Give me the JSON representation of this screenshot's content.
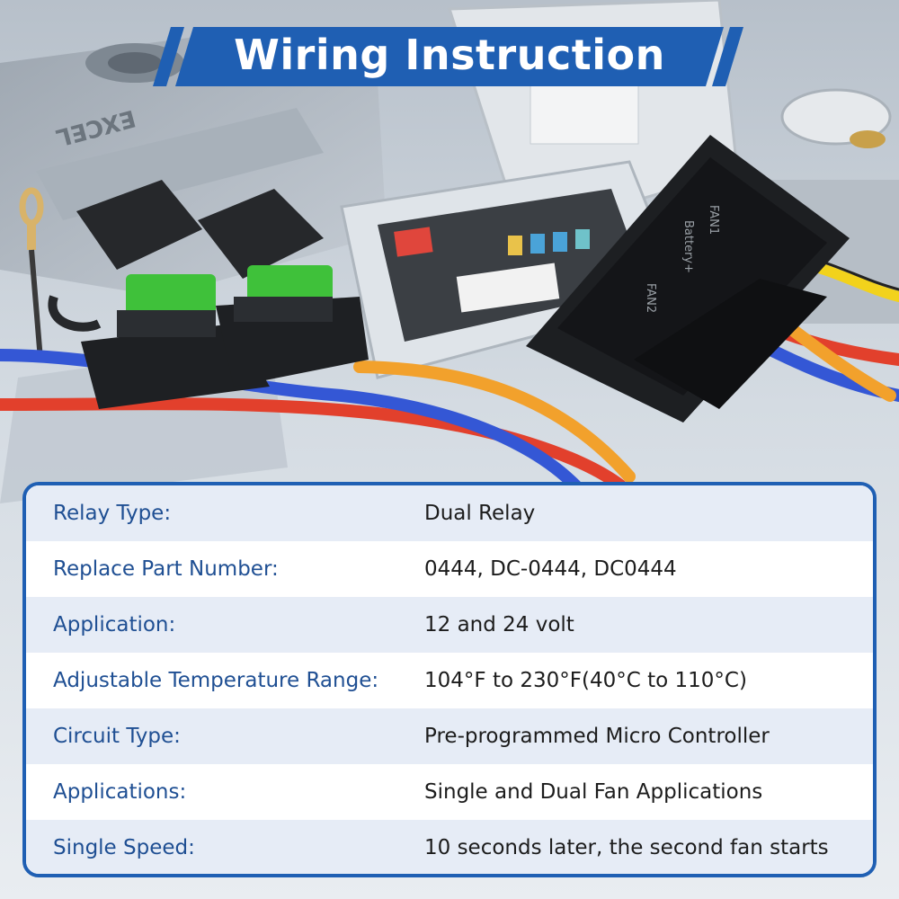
{
  "title": "Wiring Instruction",
  "colors": {
    "banner_blue": "#1f5fb3",
    "label_blue": "#1f4f93",
    "row_alt": "#e6ecf6",
    "wire_red": "#e2402c",
    "wire_blue": "#3457d5",
    "wire_orange": "#f2a12c",
    "wire_yellow": "#f2d21c",
    "fuse_green": "#3fc13a"
  },
  "photo": {
    "connector_labels": [
      "FAN1",
      "Battery+",
      "FAN2"
    ],
    "engine_badge": "EXCEL"
  },
  "specs": [
    {
      "label": "Relay Type:",
      "value": "Dual Relay"
    },
    {
      "label": "Replace Part Number:",
      "value": "0444, DC-0444, DC0444"
    },
    {
      "label": "Application:",
      "value": "12 and 24 volt"
    },
    {
      "label": "Adjustable Temperature Range:",
      "value": "104°F to 230°F(40°C to 110°C)"
    },
    {
      "label": "Circuit Type:",
      "value": "Pre-programmed Micro Controller"
    },
    {
      "label": "Applications:",
      "value": "Single and Dual Fan Applications"
    },
    {
      "label": "Single Speed:",
      "value": "10 seconds later, the second fan starts"
    }
  ]
}
